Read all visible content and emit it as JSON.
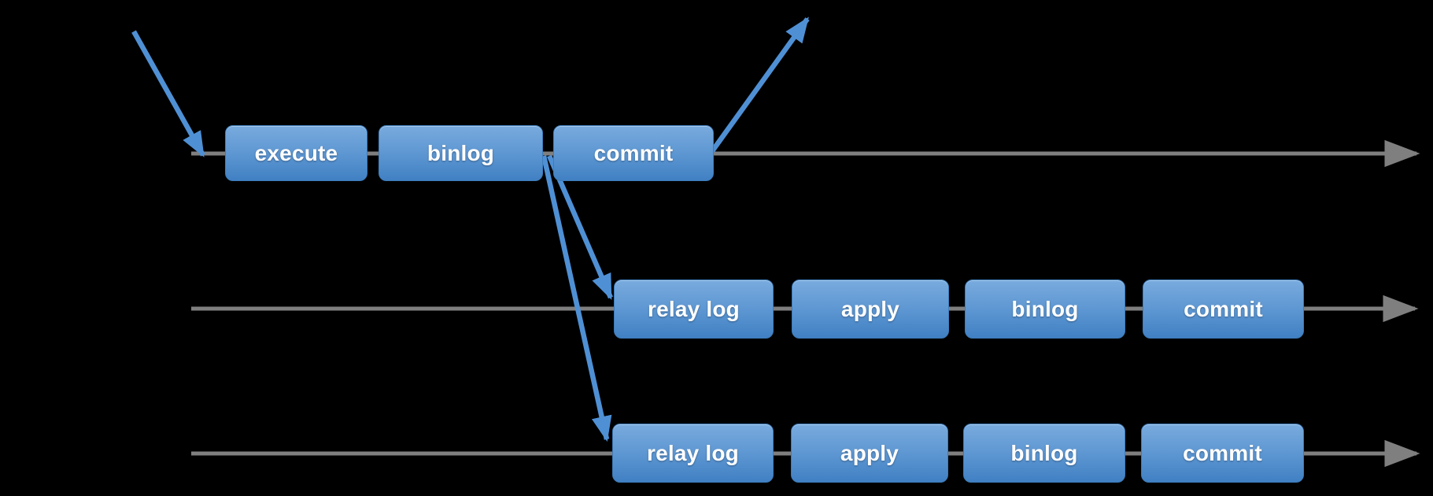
{
  "diagram": {
    "colors": {
      "background": "#000000",
      "timeline": "#7f7f7f",
      "arrow": "#4f90d5",
      "box_top": "#79abde",
      "box_mid": "#5b95d1",
      "box_bottom": "#4080c3",
      "box_border": "#3d7cba",
      "box_text": "#ffffff"
    },
    "rows": [
      {
        "name": "timeline-1",
        "boxes": [
          {
            "label": "execute"
          },
          {
            "label": "binlog"
          },
          {
            "label": "commit"
          }
        ]
      },
      {
        "name": "timeline-2",
        "boxes": [
          {
            "label": "relay log"
          },
          {
            "label": "apply"
          },
          {
            "label": "binlog"
          },
          {
            "label": "commit"
          }
        ]
      },
      {
        "name": "timeline-3",
        "boxes": [
          {
            "label": "relay log"
          },
          {
            "label": "apply"
          },
          {
            "label": "binlog"
          },
          {
            "label": "commit"
          }
        ]
      }
    ]
  }
}
